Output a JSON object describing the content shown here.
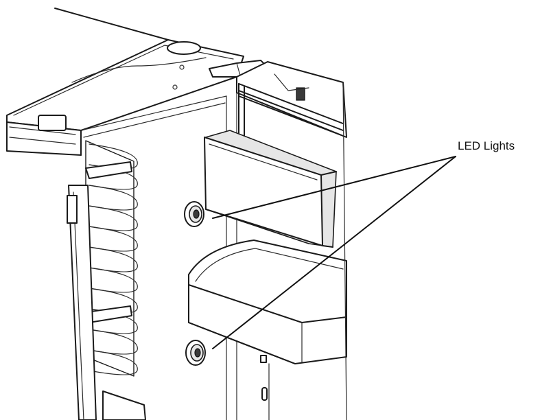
{
  "callout": {
    "label": "LED Lights"
  },
  "components": [
    "refrigerator-cabinet",
    "top-frame",
    "hinge",
    "door-gasket",
    "upper-door-bin",
    "lower-door-bin",
    "shelf-rails",
    "upper-led-light",
    "lower-led-light"
  ]
}
